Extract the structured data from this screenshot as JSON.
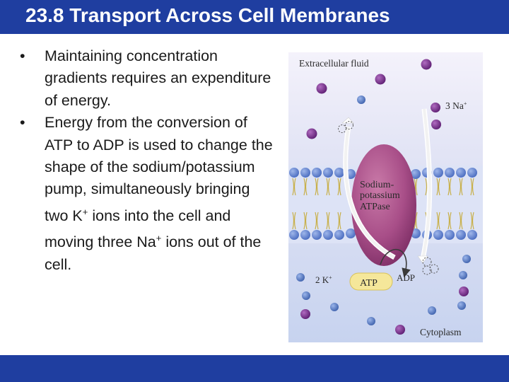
{
  "slide": {
    "title": "23.8 Transport Across Cell Membranes",
    "bullets": [
      {
        "text": "Maintaining concentration gradients requires an expenditure of energy."
      },
      {
        "text_before_k": "Energy from the conversion of ATP to ADP is used to change the shape of the sodium/potassium pump, simultaneously bringing two K",
        "k_sup": "+",
        "text_between": " ions into the cell and moving three Na",
        "na_sup": "+",
        "text_after": " ions out of the cell."
      }
    ],
    "bullet_symbol": "•"
  },
  "figure": {
    "extracellular_label": "Extracellular fluid",
    "na_label": "3 Na",
    "na_sup": "+",
    "pump_label_lines": [
      "Sodium-",
      "potassium",
      "ATPase"
    ],
    "k_label": "2 K",
    "k_sup": "+",
    "atp_label": "ATP",
    "adp_label": "ADP",
    "cytoplasm_label": "Cytoplasm"
  },
  "colors": {
    "banner": "#1f3ea0",
    "sodium_ion": "#7a2a8c",
    "potassium_ion": "#5b7fc8",
    "pump_protein": "#a84e88",
    "atp_capsule": "#f5e79a"
  }
}
